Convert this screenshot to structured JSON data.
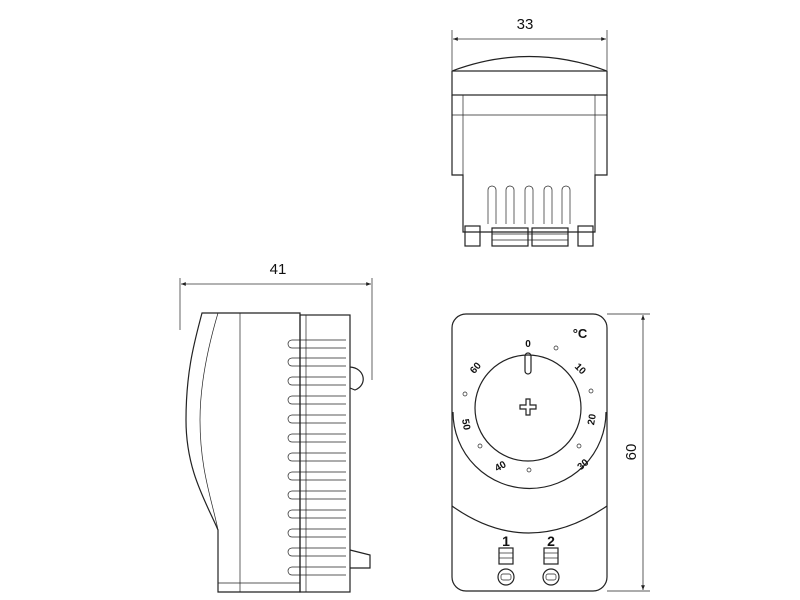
{
  "dimensions": {
    "width_top": "33",
    "depth_side": "41",
    "height_front": "60"
  },
  "front_view": {
    "unit_label": "°C",
    "dial_scale": [
      "0",
      "10",
      "20",
      "30",
      "40",
      "50",
      "60"
    ],
    "terminals": [
      "1",
      "2"
    ]
  }
}
